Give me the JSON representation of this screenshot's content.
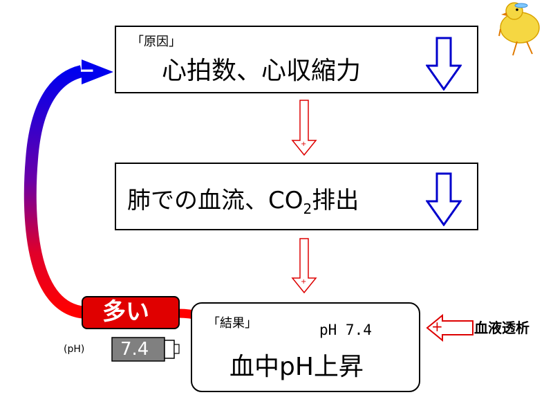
{
  "cause_box": {
    "tag": "「原因」",
    "main": "心拍数、心収縮力"
  },
  "middle_box": {
    "main_prefix": "肺での血流、CO",
    "main_sub": "2",
    "main_suffix": "排出"
  },
  "result_box": {
    "tag": "「結果」",
    "ph_reading": "pH 7.4",
    "main": "血中pH上昇"
  },
  "connector_signs": {
    "plus": "+",
    "feedback_minus": "−",
    "dialysis_plus": "+"
  },
  "badge_many": "多い",
  "ph_meter": {
    "label": "(pH)",
    "value": "7.4"
  },
  "dialysis_label": "血液透析",
  "colors": {
    "stroke": "#000000",
    "down_arrow_blue": "#0000cc",
    "connector_red": "#dd0000",
    "feedback_top": "#0000ee",
    "feedback_bottom": "#ff0000",
    "badge_bg": "#e00000",
    "meter_bg": "#808080"
  },
  "icons": [
    "chick-icon",
    "blue-down-arrow-icon",
    "red-hollow-arrow-icon",
    "battery-icon"
  ]
}
